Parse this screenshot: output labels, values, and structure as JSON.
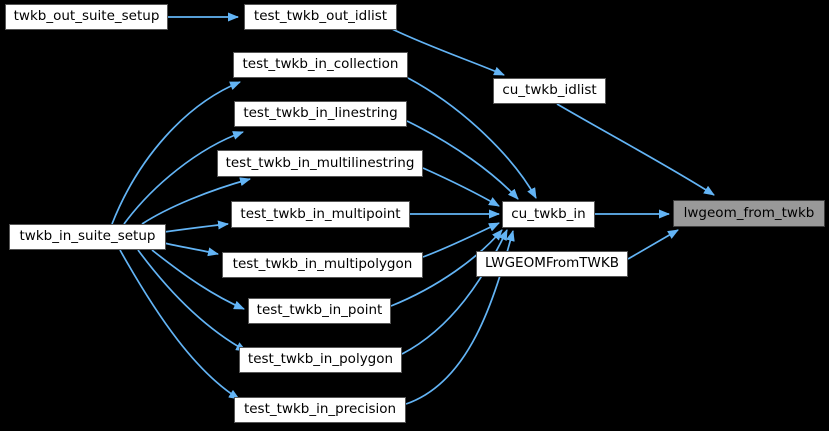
{
  "diagram": {
    "kind": "call-graph",
    "highlighted_node": "lwgeom_from_twkb",
    "colors": {
      "background": "#000000",
      "node_fill": "#ffffff",
      "node_border": "#565656",
      "highlight_fill": "#999999",
      "highlight_border": "#3f3f3f",
      "edge": "#63b4f5",
      "text": "#000000"
    },
    "nodes": [
      {
        "id": "twkb_out_suite_setup",
        "label": "twkb_out_suite_setup"
      },
      {
        "id": "test_twkb_out_idlist",
        "label": "test_twkb_out_idlist"
      },
      {
        "id": "cu_twkb_idlist",
        "label": "cu_twkb_idlist"
      },
      {
        "id": "test_twkb_in_collection",
        "label": "test_twkb_in_collection"
      },
      {
        "id": "test_twkb_in_linestring",
        "label": "test_twkb_in_linestring"
      },
      {
        "id": "test_twkb_in_multilinestring",
        "label": "test_twkb_in_multilinestring"
      },
      {
        "id": "test_twkb_in_multipoint",
        "label": "test_twkb_in_multipoint"
      },
      {
        "id": "test_twkb_in_multipolygon",
        "label": "test_twkb_in_multipolygon"
      },
      {
        "id": "test_twkb_in_point",
        "label": "test_twkb_in_point"
      },
      {
        "id": "test_twkb_in_polygon",
        "label": "test_twkb_in_polygon"
      },
      {
        "id": "test_twkb_in_precision",
        "label": "test_twkb_in_precision"
      },
      {
        "id": "twkb_in_suite_setup",
        "label": "twkb_in_suite_setup"
      },
      {
        "id": "cu_twkb_in",
        "label": "cu_twkb_in"
      },
      {
        "id": "LWGEOMFromTWKB",
        "label": "LWGEOMFromTWKB"
      },
      {
        "id": "lwgeom_from_twkb",
        "label": "lwgeom_from_twkb"
      }
    ],
    "edges": [
      {
        "from": "twkb_out_suite_setup",
        "to": "test_twkb_out_idlist"
      },
      {
        "from": "test_twkb_out_idlist",
        "to": "cu_twkb_idlist"
      },
      {
        "from": "cu_twkb_idlist",
        "to": "lwgeom_from_twkb"
      },
      {
        "from": "twkb_in_suite_setup",
        "to": "test_twkb_in_collection"
      },
      {
        "from": "twkb_in_suite_setup",
        "to": "test_twkb_in_linestring"
      },
      {
        "from": "twkb_in_suite_setup",
        "to": "test_twkb_in_multilinestring"
      },
      {
        "from": "twkb_in_suite_setup",
        "to": "test_twkb_in_multipoint"
      },
      {
        "from": "twkb_in_suite_setup",
        "to": "test_twkb_in_multipolygon"
      },
      {
        "from": "twkb_in_suite_setup",
        "to": "test_twkb_in_point"
      },
      {
        "from": "twkb_in_suite_setup",
        "to": "test_twkb_in_polygon"
      },
      {
        "from": "twkb_in_suite_setup",
        "to": "test_twkb_in_precision"
      },
      {
        "from": "test_twkb_in_collection",
        "to": "cu_twkb_in"
      },
      {
        "from": "test_twkb_in_linestring",
        "to": "cu_twkb_in"
      },
      {
        "from": "test_twkb_in_multilinestring",
        "to": "cu_twkb_in"
      },
      {
        "from": "test_twkb_in_multipoint",
        "to": "cu_twkb_in"
      },
      {
        "from": "test_twkb_in_multipolygon",
        "to": "cu_twkb_in"
      },
      {
        "from": "test_twkb_in_point",
        "to": "cu_twkb_in"
      },
      {
        "from": "test_twkb_in_polygon",
        "to": "cu_twkb_in"
      },
      {
        "from": "test_twkb_in_precision",
        "to": "cu_twkb_in"
      },
      {
        "from": "cu_twkb_in",
        "to": "lwgeom_from_twkb"
      },
      {
        "from": "LWGEOMFromTWKB",
        "to": "lwgeom_from_twkb"
      }
    ]
  }
}
